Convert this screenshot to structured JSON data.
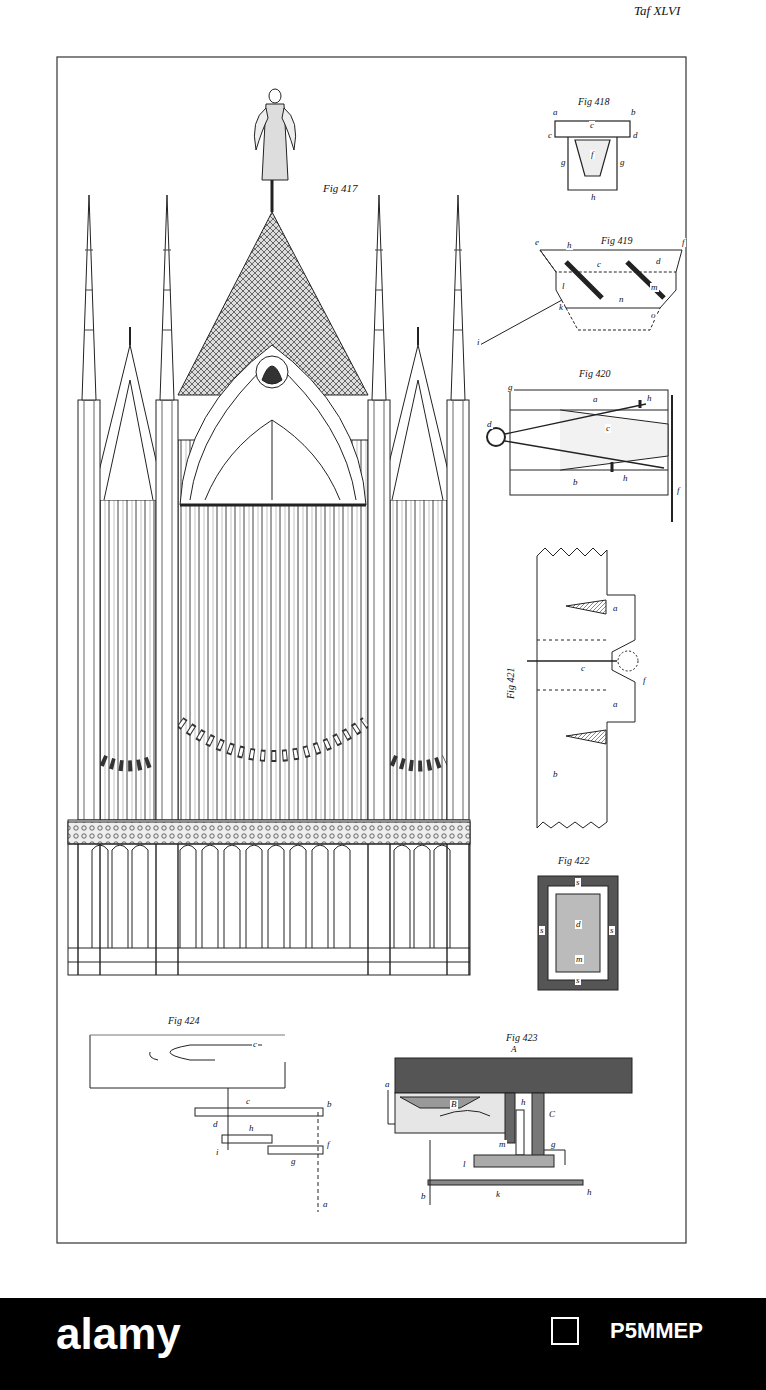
{
  "diagram": {
    "labels": [
      "Taf XLVI",
      "Fig 417",
      "Fig 418",
      "a",
      "b",
      "c",
      "c",
      "d",
      "f",
      "g",
      "g",
      "h",
      "Fig 419",
      "e",
      "f",
      "h",
      "c",
      "d",
      "l",
      "m",
      "k",
      "n",
      "o",
      "i",
      "Fig 420",
      "g",
      "a",
      "h",
      "c",
      "d",
      "b",
      "h",
      "f",
      "Fig 421",
      "a",
      "c",
      "f",
      "a",
      "b",
      "Fig 422",
      "s",
      "s",
      "s",
      "s",
      "d",
      "m",
      "Fig 424",
      "c",
      "c",
      "b",
      "d",
      "h",
      "i",
      "f",
      "g",
      "a",
      "Fig 423",
      "A",
      "a",
      "B",
      "C",
      "h",
      "m",
      "g",
      "l",
      "k",
      "b",
      "h",
      "alamy",
      "P5MMEP"
    ]
  }
}
